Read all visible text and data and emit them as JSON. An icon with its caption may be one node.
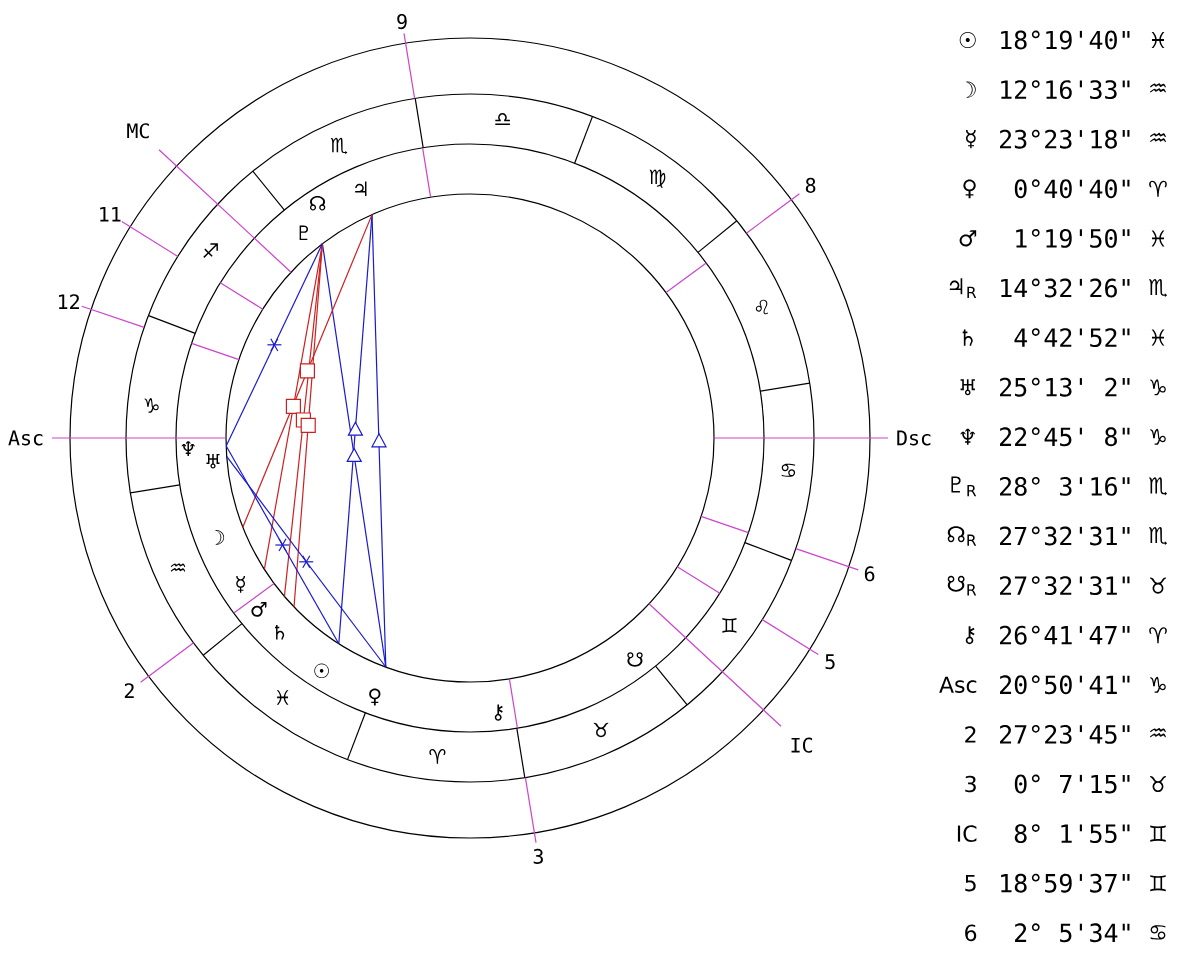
{
  "diagram": {
    "labels": [
      "9",
      "MC",
      "11",
      "12",
      "Asc",
      "2",
      "3",
      "IC",
      "5",
      "6",
      "Dsc",
      "8",
      "♈",
      "♉",
      "♊",
      "♋",
      "♌",
      "♍",
      "♎",
      "♏",
      "♐",
      "♑",
      "♒",
      "♓",
      "☉",
      "☽",
      "☿",
      "♀",
      "♂",
      "♃",
      "♄",
      "♅",
      "♆",
      "♇",
      "☊",
      "☋",
      "⚷",
      "☉",
      "18°19'40\"",
      "♓",
      "☽",
      "12°16'33\"",
      "♒",
      "☿",
      "23°23'18\"",
      "♒",
      "♀",
      "0°40'40\"",
      "♈",
      "♂",
      "1°19'50\"",
      "♓",
      "♃$_{R}$",
      "14°32'26\"",
      "♏",
      "♄",
      "4°42'52\"",
      "♓",
      "♅",
      "25°13' 2\"",
      "♑",
      "♆",
      "22°45' 8\"",
      "♑",
      "♇$_{R}$",
      "28° 3'16\"",
      "♏",
      "☊$_{R}$",
      "27°32'31\"",
      "♏",
      "☋$_{R}$",
      "27°32'31\"",
      "♉",
      "⚷",
      "26°41'47\"",
      "♈",
      "Asc",
      "20°50'41\"",
      "♑",
      "2",
      "27°23'45\"",
      "♒",
      "3",
      "0° 7'15\"",
      "♉",
      "IC",
      "8° 1'55\"",
      "♊",
      "5",
      "18°59'37\"",
      "♊",
      "6",
      "2° 5'34\"",
      "♋"
    ]
  }
}
